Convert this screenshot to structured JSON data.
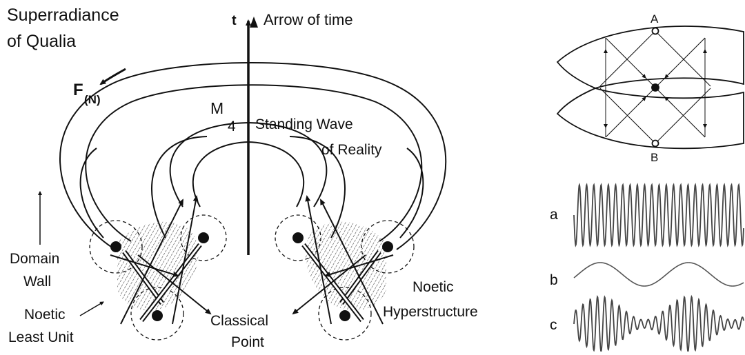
{
  "left_diagram": {
    "title_line1": "Superradiance",
    "title_line2": "of Qualia",
    "time_symbol": "t",
    "time_label": "Arrow of time",
    "force_main": "F",
    "force_sub": "(N)",
    "manifold_main": "M",
    "manifold_sub": "4",
    "standing_wave_line1": "Standing Wave",
    "standing_wave_line2": "of Reality",
    "domain_wall_line1": "Domain",
    "domain_wall_line2": "Wall",
    "least_unit_line1": "Noetic",
    "least_unit_line2": "Least Unit",
    "classical_point_line1": "Classical",
    "classical_point_line2": "Point",
    "hyperstructure_line1": "Noetic",
    "hyperstructure_line2": "Hyperstructure"
  },
  "right_diagram": {
    "point_a": "A",
    "point_b": "B",
    "wave_a": "a",
    "wave_b": "b",
    "wave_c": "c"
  },
  "colors": {
    "ink": "#111111",
    "background": "#ffffff",
    "hatch": "#444444"
  }
}
